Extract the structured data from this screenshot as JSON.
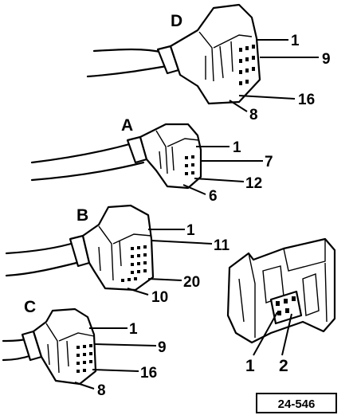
{
  "connectors": [
    {
      "id": "D",
      "pins": {
        "top": "1",
        "right": "9",
        "bottom_right": "16",
        "bottom": "8"
      }
    },
    {
      "id": "A",
      "pins": {
        "top": "1",
        "right": "7",
        "bottom_right": "12",
        "bottom": "6"
      }
    },
    {
      "id": "B",
      "pins": {
        "top": "1",
        "right": "11",
        "bottom_right": "20",
        "bottom": "10"
      }
    },
    {
      "id": "C",
      "pins": {
        "top": "1",
        "right": "9",
        "bottom_right": "16",
        "bottom": "8"
      }
    }
  ],
  "housing": {
    "callouts": [
      "1",
      "2"
    ]
  },
  "reference": "24-546"
}
